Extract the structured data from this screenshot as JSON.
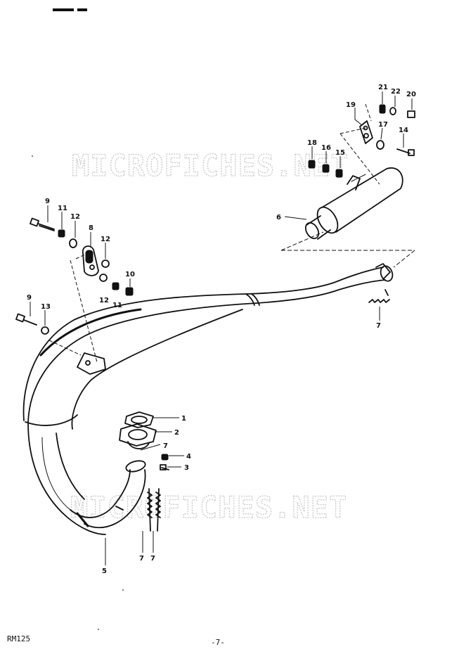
{
  "watermark": "MICROFICHES.NET",
  "model_code": "RM125",
  "page_number": "-7-",
  "callouts": {
    "c21": "21",
    "c22": "22",
    "c20": "20",
    "c19": "19",
    "c17": "17",
    "c14": "14",
    "c18": "18",
    "c16": "16",
    "c15": "15",
    "c6": "6",
    "c9a": "9",
    "c11a": "11",
    "c12a": "12",
    "c8": "8",
    "c12b": "12",
    "c10": "10",
    "c12c": "12",
    "c11b": "11",
    "c9b": "9",
    "c13": "13",
    "c7a": "7",
    "c1": "1",
    "c2": "2",
    "c7b": "7",
    "c4": "4",
    "c3": "3",
    "c5": "5",
    "c7c": "7",
    "c7d": "7"
  }
}
